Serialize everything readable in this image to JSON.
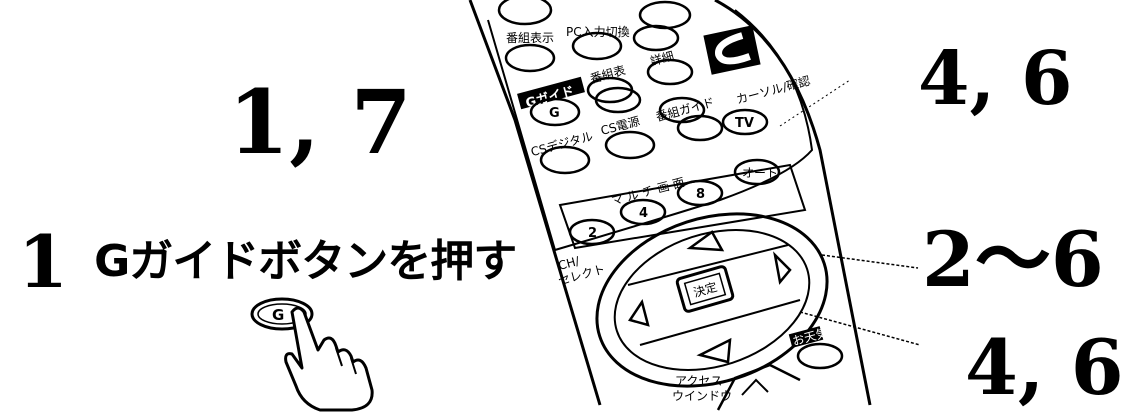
{
  "callouts": {
    "c1": "1, 7",
    "c2": "4, 6",
    "c3": "2〜6",
    "c4": "4, 6"
  },
  "step": {
    "number": "1",
    "text": "Gガイドボタンを押す",
    "button_label": "G"
  },
  "remote": {
    "top_labels": [
      "番組表示",
      "PC入力切換"
    ],
    "row2_labels": [
      "Gガイド",
      "番組表",
      "詳細"
    ],
    "row3_labels": [
      "CSデジタル",
      "CS電源",
      "番組ガイド",
      "カーソル/確認"
    ],
    "button_g": "G",
    "button_tv": "TV",
    "button_auto": "オート",
    "multi_label": "マ ル チ 画 面",
    "multi_buttons": [
      "2",
      "4",
      "8"
    ],
    "ch_label": "CH/\nセレクト",
    "ch_line1": "CH/",
    "ch_line2": "セレクト",
    "center_label": "決定",
    "weather_label": "お天気",
    "access_line1": "アクセス",
    "access_line2": "ウインドウ"
  },
  "icons": [
    "hand-pointer-icon",
    "arrow-up-icon",
    "arrow-down-icon",
    "arrow-left-icon",
    "arrow-right-icon",
    "logo-c-icon"
  ]
}
